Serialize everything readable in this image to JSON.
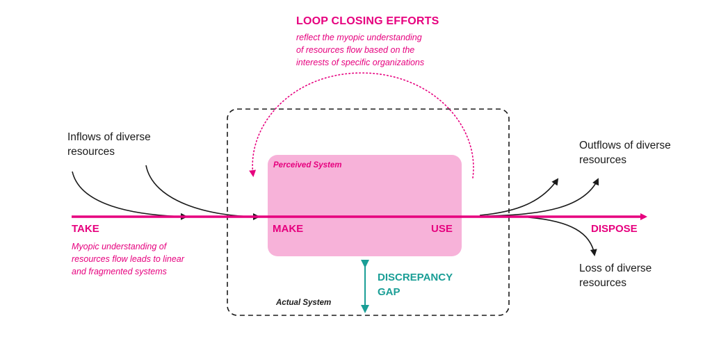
{
  "loop_closing": {
    "title": "LOOP CLOSING EFFORTS",
    "note_lines": [
      "reflect the myopic understanding",
      "of resources flow based on the",
      "interests of specific organizations"
    ]
  },
  "inflows": {
    "lines": [
      "Inflows of diverse",
      "resources"
    ]
  },
  "outflows": {
    "lines": [
      "Outflows of diverse",
      "resources"
    ]
  },
  "loss": {
    "lines": [
      "Loss of diverse",
      "resources"
    ]
  },
  "stages": {
    "take": "TAKE",
    "make": "MAKE",
    "use": "USE",
    "dispose": "DISPOSE"
  },
  "myopic_note": {
    "lines": [
      "Myopic understanding of",
      "resources flow leads to linear",
      "and fragmented systems"
    ]
  },
  "perceived_system": "Perceived System",
  "actual_system": "Actual System",
  "discrepancy": {
    "lines": [
      "DISCREPANCY",
      "GAP"
    ]
  },
  "colors": {
    "pink": "#e6007e",
    "perceived_fill": "#f7b2d9",
    "teal": "#1a9e96",
    "black": "#1a1a1a"
  }
}
